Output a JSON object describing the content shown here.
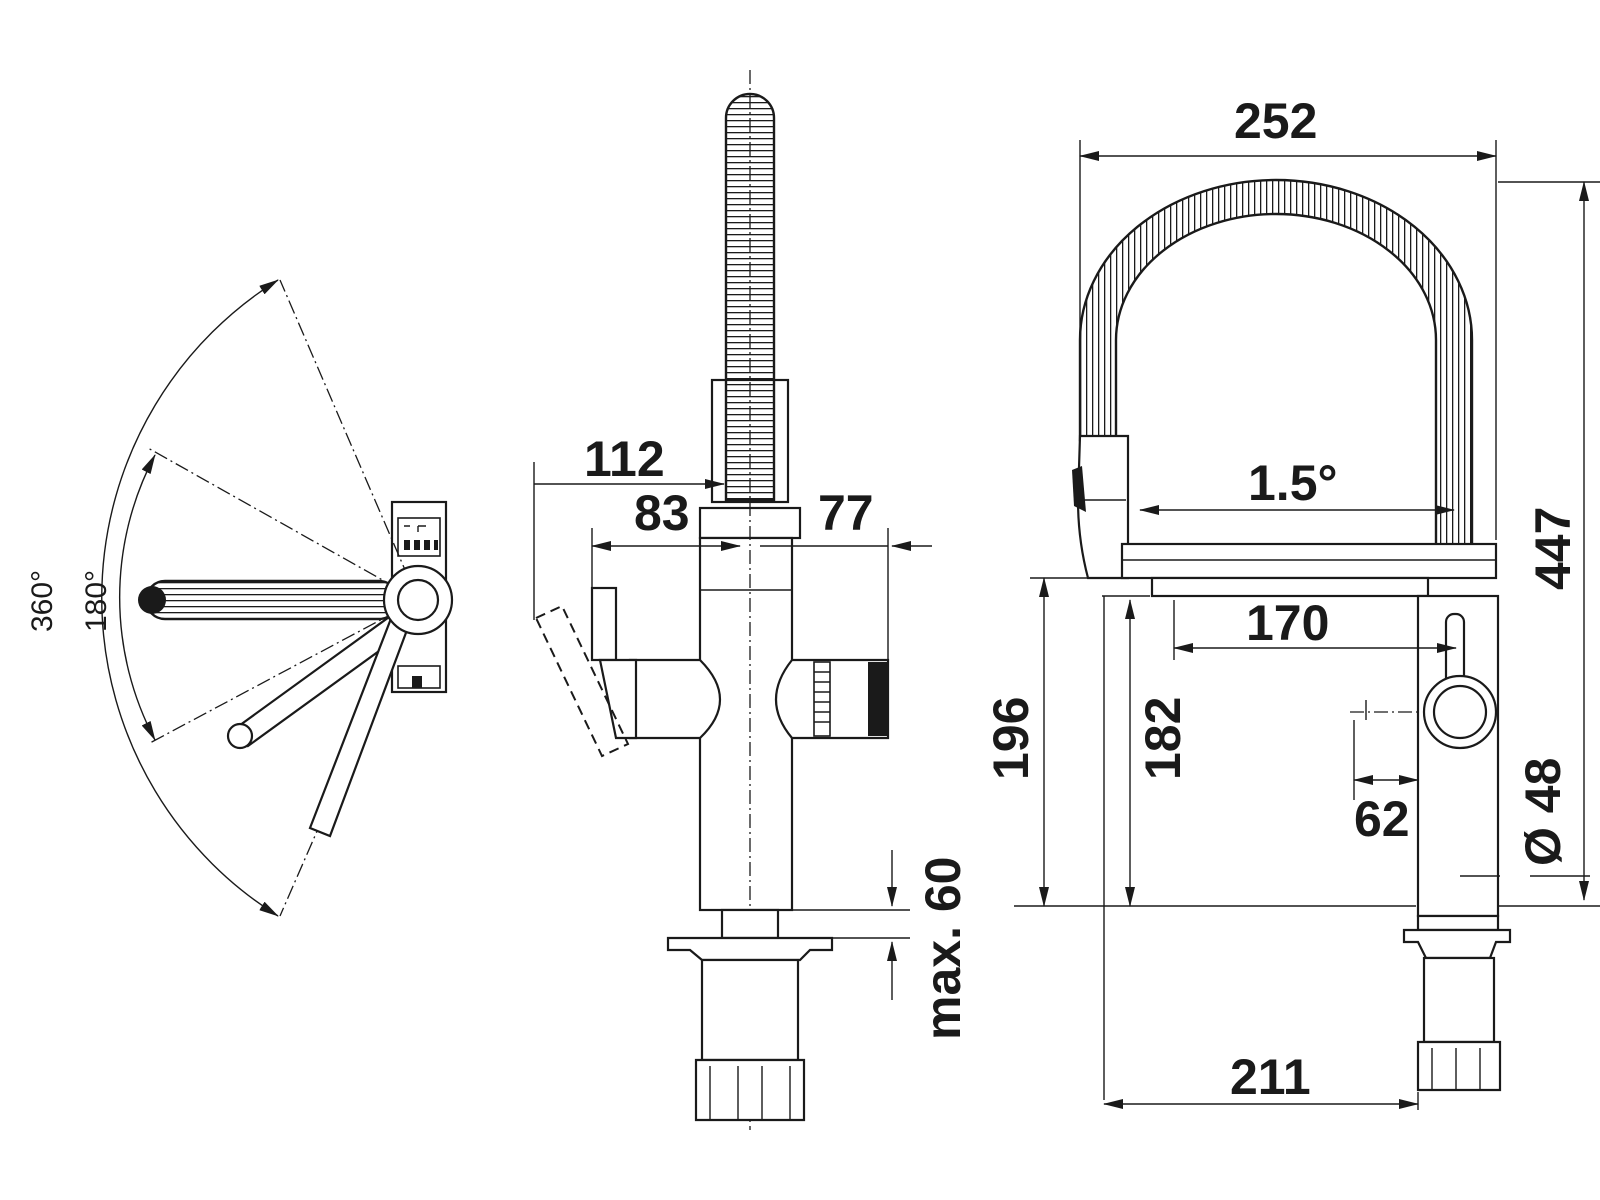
{
  "colors": {
    "line": "#1a1a1a",
    "background": "#ffffff"
  },
  "top_view": {
    "angle_outer": "360°",
    "angle_inner": "180°"
  },
  "front_view": {
    "width_total": "112",
    "left_offset": "83",
    "right_offset": "77",
    "mount_thickness": "max. 60"
  },
  "side_view": {
    "width_top": "252",
    "height_total": "447",
    "angle": "1.5°",
    "spout_reach": "170",
    "spout_height": "196",
    "outlet_height": "182",
    "lever_offset": "62",
    "lever_diameter": "Ø 48",
    "base_width": "211"
  }
}
